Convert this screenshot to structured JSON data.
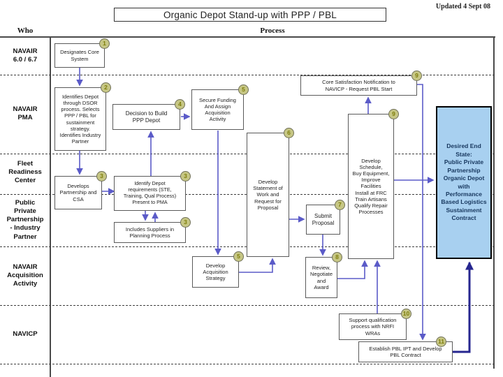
{
  "meta": {
    "updated": "Updated 4 Sept 08"
  },
  "title": "Organic Depot Stand-up with PPP / PBL",
  "headers": {
    "who": "Who",
    "process": "Process"
  },
  "lanes": [
    {
      "label": "NAVAIR\n6.0 / 6.7"
    },
    {
      "label": "NAVAIR\nPMA"
    },
    {
      "label": "Fleet\nReadiness\nCenter"
    },
    {
      "label": "Public\nPrivate\nPartnership\n- Industry\nPartner"
    },
    {
      "label": "NAVAIR\nAcquisition\nActivity"
    },
    {
      "label": "NAVICP"
    }
  ],
  "boxes": [
    {
      "text": "Designates Core\nSystem",
      "badge": "1"
    },
    {
      "text": "Identifies Depot\nthrough DSOR\nprocess.  Selects\nPPP / PBL for\nsustainment\nstrategy.\nIdentifies Industry\nPartner",
      "badge": "2"
    },
    {
      "text": "Decision to Build\nPPP Depot",
      "badge": "4"
    },
    {
      "text": "Secure Funding\nAnd Assign\nAcquisition\nActivity",
      "badge": "5"
    },
    {
      "text": "Develops\nPartnership and\nCSA",
      "badge": "3"
    },
    {
      "text": "Identify Depot\nrequirements (STE,\nTraining, Qual Process)\nPresent to PMA",
      "badge": "3"
    },
    {
      "text": "Includes Suppliers in\nPlanning Process",
      "badge": "3"
    },
    {
      "text": "Develop\nStatement of\nWork and\nRequest for\nProposal",
      "badge": "6"
    },
    {
      "text": "Submit\nProposal",
      "badge": "7"
    },
    {
      "text": "Develop\nAcquisition\nStrategy",
      "badge": "5"
    },
    {
      "text": "Review,\nNegotiate\nand\nAward",
      "badge": "8"
    },
    {
      "text": "Core Satisfaction Notification to\nNAVICP - Request PBL Start",
      "badge": "9"
    },
    {
      "text": "Develop\nSchedule,\nBuy Equipment,\nImprove\nFacilities\nInstall at FRC\nTrain Artisans\nQualify Repair\nProcesses",
      "badge": "9"
    },
    {
      "text": "Support qualification\nprocess with NRFI\nWRAs",
      "badge": "10"
    },
    {
      "text": "Establish PBL IPT and Develop\nPBL Contract",
      "badge": "11"
    }
  ],
  "end_state": {
    "text": "Desired End\nState:\nPublic Private\nPartnership\nOrganic Depot\nwith\nPerformance\nBased Logistics\nSustainment\nContract"
  },
  "colors": {
    "arrow": "#5B5BC8",
    "thick_arrow": "#26268F",
    "end_state_fill": "#A8D0F0",
    "end_state_text": "#17375E",
    "badge_fill": "#C6C684",
    "badge_text": "#7D7D0A"
  }
}
